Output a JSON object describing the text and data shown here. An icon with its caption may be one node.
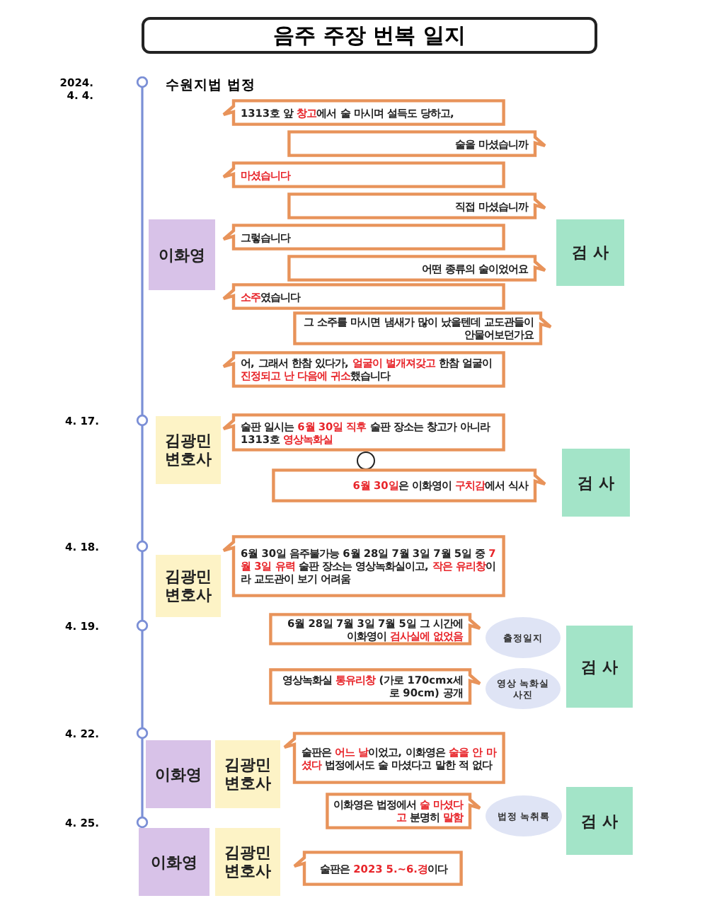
{
  "diagram": {
    "title": "음주 주장 번복 일지",
    "nodes": [
      {
        "text": [
          "1313호 앞 **창고**에서 술 마시며 설득도 당하고,"
        ]
      },
      {
        "text": [
          "술을 마셨습니까"
        ]
      },
      {
        "text": [
          "**마셨습니다**"
        ]
      },
      {
        "text": [
          "직접 마셨습니까"
        ]
      },
      {
        "text": [
          "이화영"
        ]
      },
      {
        "text": [
          "그렇습니다"
        ]
      },
      {
        "text": [
          "검 사"
        ]
      },
      {
        "text": [
          "어떤 종류의 술이었어요"
        ]
      },
      {
        "text": [
          "**소주**였습니다"
        ]
      },
      {
        "text": [
          "그 소주를 마시면 냄새가 많이 났을텐데 교도관들이 안물어보던가요"
        ]
      },
      {
        "text": [
          "어, 그래서 한참 있다가, **얼굴이 벌개져갖고** 한참 얼굴이 **진정되고 난 다음에 귀소**했습니다"
        ]
      },
      {
        "text": [
          "김광민 변호사"
        ]
      },
      {
        "text": [
          "술판 일시는 **6월 30일 직후** 술판 장소는 창고가 아니라 1313호 **영상녹화실**"
        ]
      },
      {
        "text": [],
        "shape": "circle"
      },
      {
        "text": [
          "검 사"
        ]
      },
      {
        "text": [
          "**6월 30일**은 이화영이 **구치감**에서 식사"
        ]
      },
      {
        "text": [
          "김광민 변호사"
        ]
      },
      {
        "text": [
          "6월 30일 음주불가능 6월 28일 7월 3일 7월 5일 중 **7월 3일 유력** 술판 장소는 영상녹화실이고, **작은 유리창**이라 교도관이 보기 어려움"
        ]
      },
      {
        "text": [
          "6월 28일 7월 3일 7월 5일 그 시간에 이화영이 **검사실에 없었음**"
        ]
      },
      {
        "text": [
          "출정일지"
        ]
      },
      {
        "text": [
          "검 사"
        ]
      },
      {
        "text": [
          "영상녹화실 **통유리창** (가로 170cmx세로 90cm) 공개"
        ]
      },
      {
        "text": [
          "영상 녹화실 사진"
        ]
      },
      {
        "text": [
          "이화영"
        ]
      },
      {
        "text": [
          "김광민 변호사"
        ]
      },
      {
        "text": [
          "술판은 **어느 날**이었고, 이화영은 **술을 안 마셨다** 법정에서도 술 마셨다고 말한 적 없다"
        ]
      },
      {
        "text": [
          "이화영은 법정에서 **술 마셨다고** 분명히 **말함**"
        ]
      },
      {
        "text": [
          "법정 녹취록"
        ]
      },
      {
        "text": [
          "검 사"
        ]
      },
      {
        "text": [
          "이화영"
        ]
      },
      {
        "text": [
          "김광민 변호사"
        ]
      },
      {
        "text": [
          "술판은 **2023 5.~6.경**이다"
        ]
      }
    ],
    "labels": [
      "2024. 4. 4.",
      "수원지법 법정",
      "4. 17.",
      "4. 18.",
      "4. 19.",
      "4. 22.",
      "4. 25."
    ]
  }
}
